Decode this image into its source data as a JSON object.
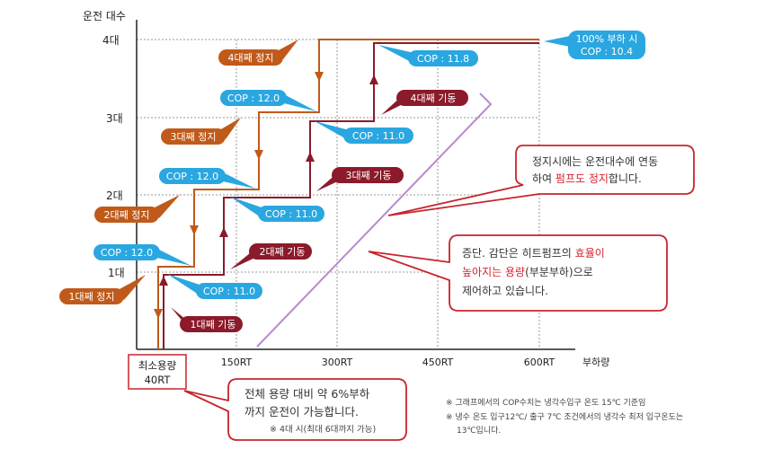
{
  "axis": {
    "y_title": "운전 대수",
    "y_ticks": [
      "1대",
      "2대",
      "3대",
      "4대"
    ],
    "x_ticks": [
      "150RT",
      "300RT",
      "450RT",
      "600RT"
    ],
    "x_title": "부하량",
    "min_box": [
      "최소용량",
      "40RT"
    ]
  },
  "labels": {
    "stop_4": "4대째 정지",
    "stop_3": "3대째 정지",
    "stop_2": "2대째 정지",
    "stop_1": "1대째 정지",
    "start_1": "1대째 기동",
    "start_2": "2대째 기동",
    "start_3": "3대째 기동",
    "start_4": "4대째 기동",
    "cop_120_a": "COP : 12.0",
    "cop_120_b": "COP : 12.0",
    "cop_120_c": "COP : 12.0",
    "cop_110_a": "COP : 11.0",
    "cop_110_b": "COP : 11.0",
    "cop_110_c": "COP : 11.0",
    "cop_118": "COP : 11.8",
    "full_load": [
      "100% 부하 시",
      "COP : 10.4"
    ]
  },
  "callouts": {
    "stop_note": [
      "정지시에는 운전대수에 연동",
      "하여 ",
      "펌프도 정지",
      "합니다."
    ],
    "mid_note": [
      "증단. 감단은 히트펌프의 ",
      "효율이",
      "높아지는 용량",
      "(부분부하)으로",
      "제어하고 있습니다."
    ],
    "bottom_note": [
      "전체 용량 대비 약 6%부하",
      "까지 운전이 가능합니다.",
      "※  4대 시(최대 6대까지 가능)"
    ]
  },
  "footnotes": [
    "※  그래프에서의 COP수치는 냉각수입구 온도 15℃ 기준임",
    "※  냉수 온도 입구12℃/ 출구 7℃ 조건에서의 냉각수 최저 입구온도는",
    "13℃입니다."
  ],
  "colors": {
    "orange": "#c05a1a",
    "maroon": "#8b1a2a",
    "blue": "#2aa7e0",
    "purple": "#b48ad0",
    "red_callout": "#c8252e",
    "highlight_red": "#d6232d",
    "axis": "#222222",
    "grid": "#999999"
  }
}
